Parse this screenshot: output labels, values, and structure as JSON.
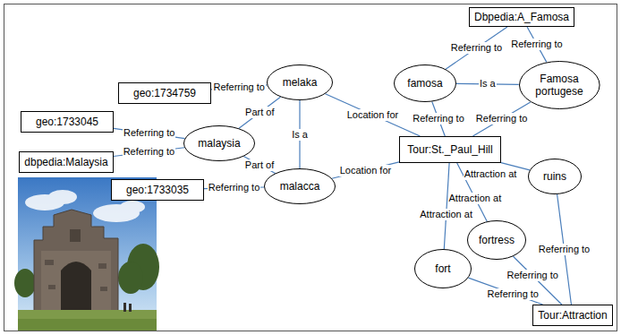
{
  "diagram": {
    "nodes": [
      {
        "text": [
          "Dbpedia:A_Famosa"
        ]
      },
      {
        "text": [
          "geo:1734759"
        ]
      },
      {
        "text": [
          "melaka"
        ]
      },
      {
        "text": [
          "famosa"
        ]
      },
      {
        "text": [
          "Famosa portugese"
        ]
      },
      {
        "text": [
          "geo:1733045"
        ]
      },
      {
        "text": [
          "malaysia"
        ]
      },
      {
        "text": [
          "dbpedia:Malaysia"
        ]
      },
      {
        "text": [
          "Tour:St._Paul_Hill"
        ]
      },
      {
        "text": [
          "ruins"
        ]
      },
      {
        "text": [
          "geo:1733035"
        ]
      },
      {
        "text": [
          "malacca"
        ]
      },
      {
        "text": [
          "fortress"
        ]
      },
      {
        "text": [
          "fort"
        ]
      },
      {
        "text": [
          "Tour:Attraction"
        ]
      }
    ],
    "edges": [
      {
        "from": 3,
        "to": 0,
        "arrow": "none",
        "label": "Referring to"
      },
      {
        "from": 4,
        "to": 0,
        "arrow": "none",
        "label": "Referring to"
      },
      {
        "from": 3,
        "to": 4,
        "arrow": "none",
        "label": "Is a"
      },
      {
        "from": 3,
        "to": 8,
        "arrow": "none",
        "label": "Referring to"
      },
      {
        "from": 4,
        "to": 8,
        "arrow": "none",
        "label": "Referring to"
      },
      {
        "from": 2,
        "to": 1,
        "arrow": "none",
        "label": "Referring to"
      },
      {
        "from": 2,
        "to": 8,
        "arrow": "none",
        "label": "Location for"
      },
      {
        "from": 11,
        "to": 8,
        "arrow": "none",
        "label": "Location for"
      },
      {
        "from": 6,
        "to": 5,
        "arrow": "none",
        "label": "Referring to"
      },
      {
        "from": 6,
        "to": 7,
        "arrow": "none",
        "label": "Referring to"
      },
      {
        "from": 2,
        "to": 6,
        "arrow": "none",
        "label": "Part of"
      },
      {
        "from": 11,
        "to": 6,
        "arrow": "none",
        "label": "Part of"
      },
      {
        "from": 2,
        "to": 11,
        "arrow": "none",
        "label": "Is a"
      },
      {
        "from": 11,
        "to": 10,
        "arrow": "none",
        "label": "Referring to"
      },
      {
        "from": 9,
        "to": 8,
        "arrow": "none",
        "label": "Attraction at"
      },
      {
        "from": 12,
        "to": 8,
        "arrow": "none",
        "label": "Attraction at"
      },
      {
        "from": 13,
        "to": 8,
        "arrow": "none",
        "label": "Attraction at"
      },
      {
        "from": 9,
        "to": 14,
        "arrow": "none",
        "label": "Referring to"
      },
      {
        "from": 12,
        "to": 14,
        "arrow": "none",
        "label": "Referring to"
      },
      {
        "from": 13,
        "to": 14,
        "arrow": "none",
        "label": "Referring to"
      }
    ]
  }
}
